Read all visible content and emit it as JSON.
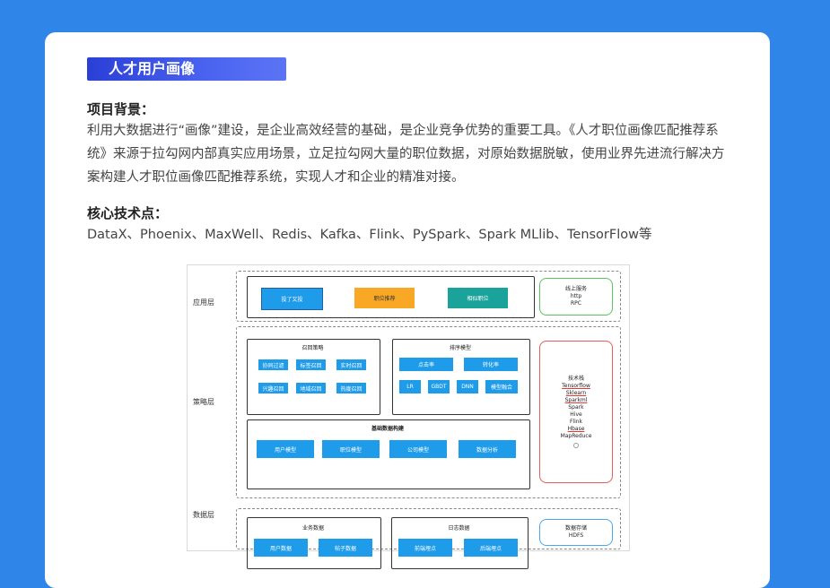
{
  "title": "人才用户画像",
  "background_heading": "项目背景：",
  "background_text": "利用大数据进行“画像”建设，是企业高效经营的基础，是企业竞争优势的重要工具。《人才职位画像匹配推荐系统》来源于拉勾网内部真实应用场景，立足拉勾网大量的职位数据，对原始数据脱敏，使用业界先进流行解决方案构建人才职位画像匹配推荐系统，实现人才和企业的精准对接。",
  "tech_heading": "核心技术点：",
  "tech_text": "DataX、Phoenix、MaxWell、Redis、Kafka、Flink、PySpark、Spark MLlib、TensorFlow等",
  "colors": {
    "primary_blue": "#1e9be9",
    "orange": "#f9a825",
    "teal": "#1aa39a",
    "green": "#5cc25c",
    "red": "#e85c5c",
    "light_blue": "#4aa8ef"
  },
  "diagram": {
    "app_layer": {
      "label": "应用层",
      "boxes": [
        "投了又投",
        "职位推荐",
        "相似职位"
      ],
      "online": {
        "title": "线上服务",
        "lines": [
          "http",
          "RPC"
        ]
      }
    },
    "strategy_layer": {
      "label": "策略层",
      "recall": {
        "title": "召回策略",
        "items": [
          "协同过滤",
          "标签召回",
          "实时召回",
          "兴趣召回",
          "地域召回",
          "热度召回"
        ]
      },
      "rank": {
        "title": "排序模型",
        "items": [
          "点击率",
          "转化率",
          "LR",
          "GBDT",
          "DNN",
          "模型融合"
        ]
      },
      "base": {
        "title": "基础数据构建",
        "items": [
          "用户模型",
          "职位模型",
          "公司模型",
          "数据分析"
        ]
      },
      "tech_stack": {
        "title": "技术栈",
        "items": [
          "Tensorflow",
          "Sklearn",
          "Sparkml",
          "Spark",
          "Hive",
          "Flink",
          "Hbase",
          "MapReduce"
        ]
      }
    },
    "data_layer": {
      "label": "数据层",
      "business": {
        "title": "业务数据",
        "items": [
          "用户数据",
          "帖子数据"
        ]
      },
      "log": {
        "title": "日志数据",
        "items": [
          "前端埋点",
          "后端埋点"
        ]
      },
      "storage": {
        "title": "数据存储",
        "lines": [
          "HDFS"
        ]
      }
    }
  }
}
